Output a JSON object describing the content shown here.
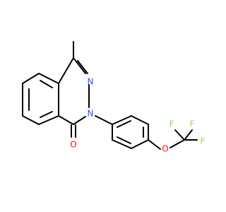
{
  "molecule": {
    "atoms": {
      "nitrogen_1": "N",
      "nitrogen_2": "N",
      "carbonyl_oxygen": "O",
      "ether_oxygen": "O",
      "fluorine_top_left": "F",
      "fluorine_top_right": "F",
      "fluorine_right": "F"
    }
  },
  "colors": {
    "bond": "#000000",
    "nitrogen": "#3050f8",
    "oxygen": "#ff0d0d",
    "fluorine": "#90e050"
  }
}
